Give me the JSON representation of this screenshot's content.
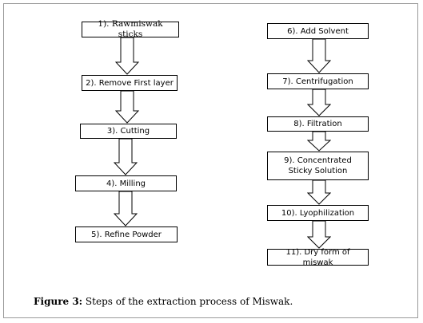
{
  "left_column": [
    "1). Rawmiswak sticks",
    "2). Remove First layer",
    "3). Cutting",
    "4). Milling",
    "5). Refine Powder"
  ],
  "right_column": [
    "6). Add Solvent",
    "7). Centrifugation",
    "8). Filtration",
    "9). Concentrated Sticky Solution",
    "10). Lyophilization",
    "11). Dry form of miswak"
  ],
  "caption": {
    "label": "Figure 3:",
    "text": " Steps of the extraction process of Miswak."
  },
  "colors": {
    "box_border": "#000000",
    "frame_border": "#9a9a9a",
    "arrow": "#000000"
  }
}
